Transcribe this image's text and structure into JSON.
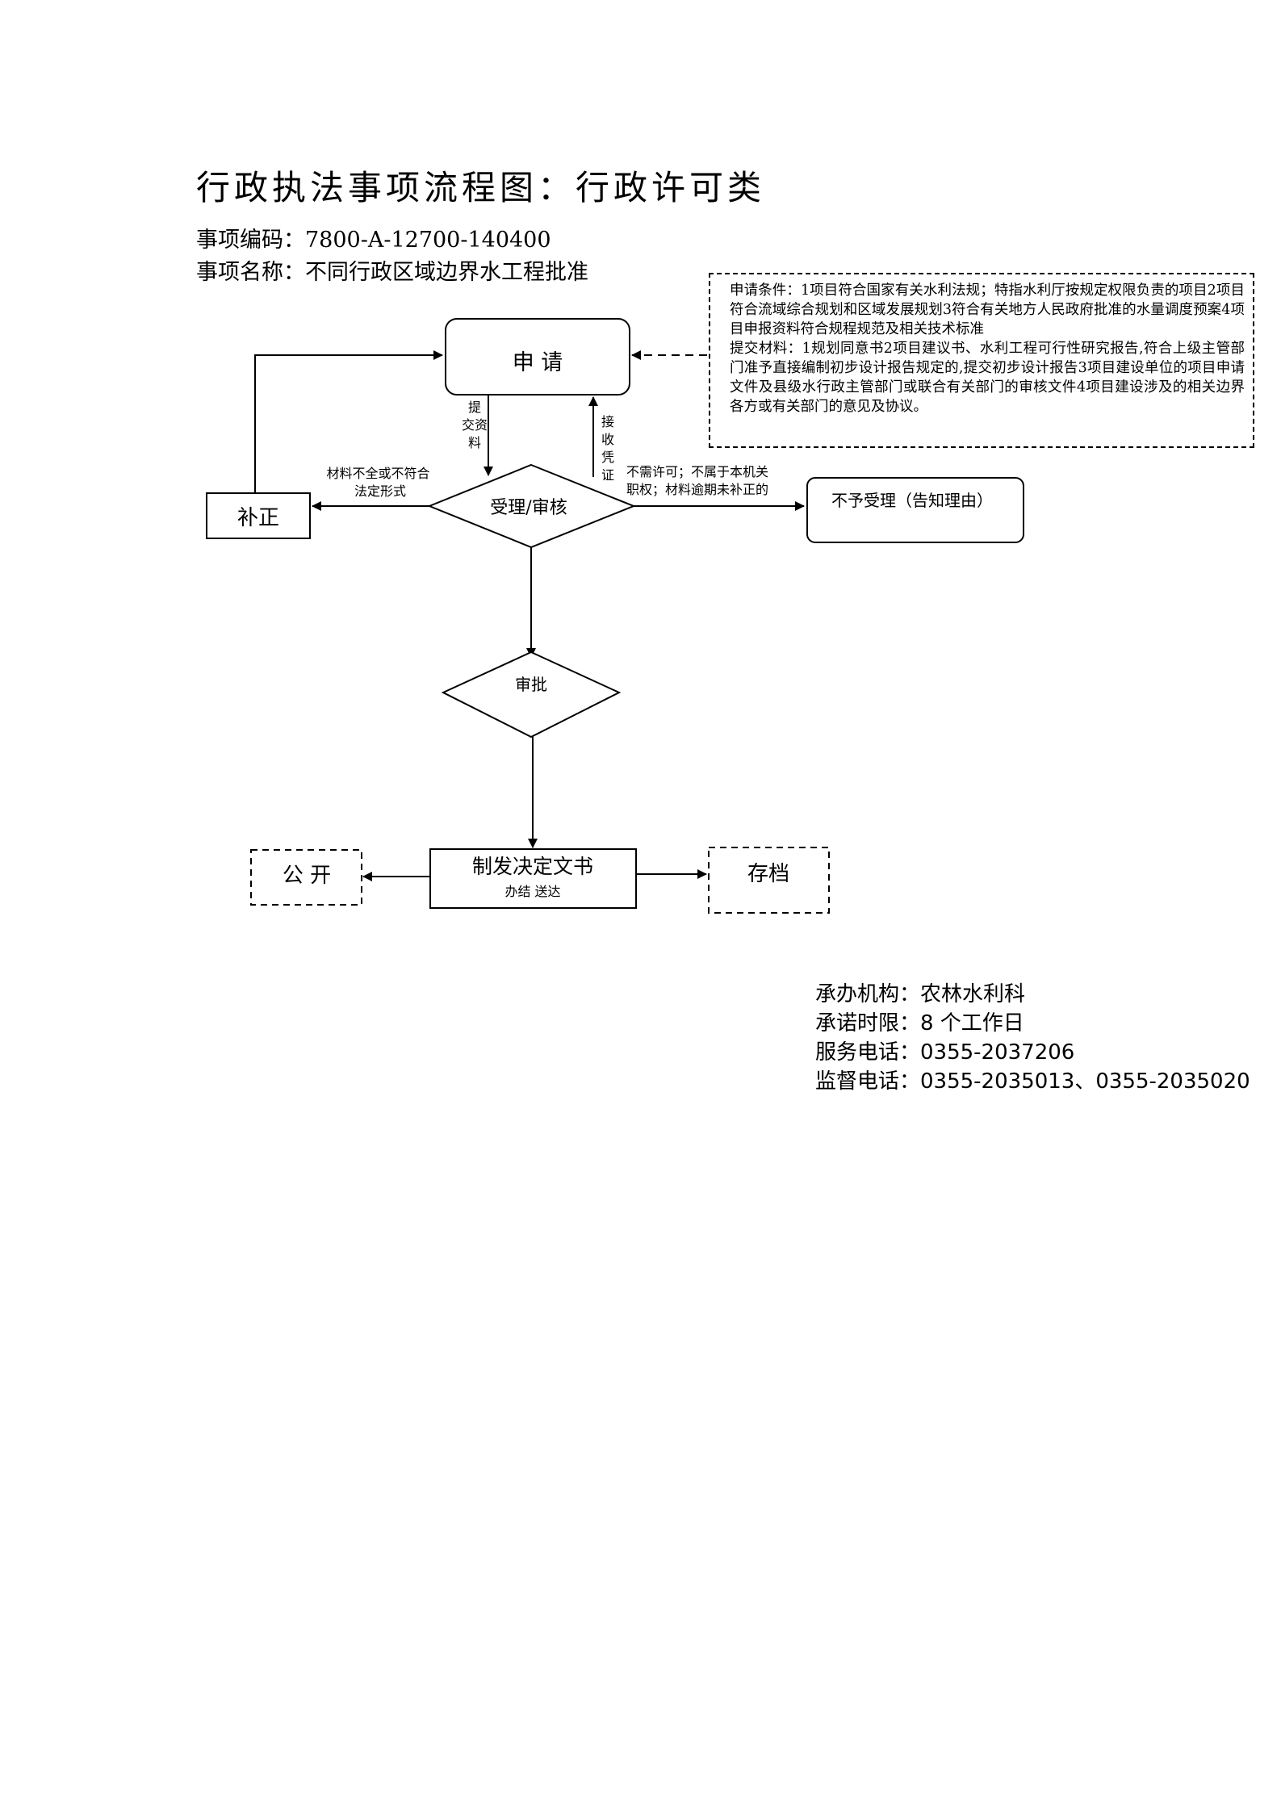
{
  "header": {
    "title": "行政执法事项流程图：行政许可类",
    "item_code": "事项编码：7800-A-12700-140400",
    "item_name": "事项名称：不同行政区域边界水工程批准"
  },
  "conditions": {
    "apply_conditions": "申请条件：1项目符合国家有关水利法规；特指水利厅按规定权限负责的项目2项目符合流域综合规划和区域发展规划3符合有关地方人民政府批准的水量调度预案4项目申报资料符合规程规范及相关技术标准",
    "submit_materials": "提交材料：1规划同意书2项目建议书、水利工程可行性研究报告,符合上级主管部门准予直接编制初步设计报告规定的,提交初步设计报告3项目建设单位的项目申请文件及县级水行政主管部门或联合有关部门的审核文件4项目建设涉及的相关边界各方或有关部门的意见及协议。"
  },
  "flow": {
    "apply": "申 请",
    "accept_review": "受理/审核",
    "correct": "补正",
    "reject": "不予受理（告知理由）",
    "approve": "审批",
    "decision": "制发决定文书",
    "decision_sub": "办结 送达",
    "publish": "公 开",
    "archive": "存档",
    "submit_label": [
      "提",
      "交资",
      "料"
    ],
    "receipt_label": [
      "接",
      "收",
      "凭",
      "证"
    ],
    "incomplete_label": [
      "材料不全或不符合",
      "法定形式"
    ],
    "reject_label": [
      "不需许可；不属于本机关",
      "职权；材料逾期未补正的"
    ]
  },
  "footer": {
    "agency": "承办机构：农林水利科",
    "time_limit": "承诺时限：8 个工作日",
    "service_phone": "服务电话：0355-2037206",
    "supervise_phone": "监督电话：0355-2035013、0355-2035020"
  }
}
